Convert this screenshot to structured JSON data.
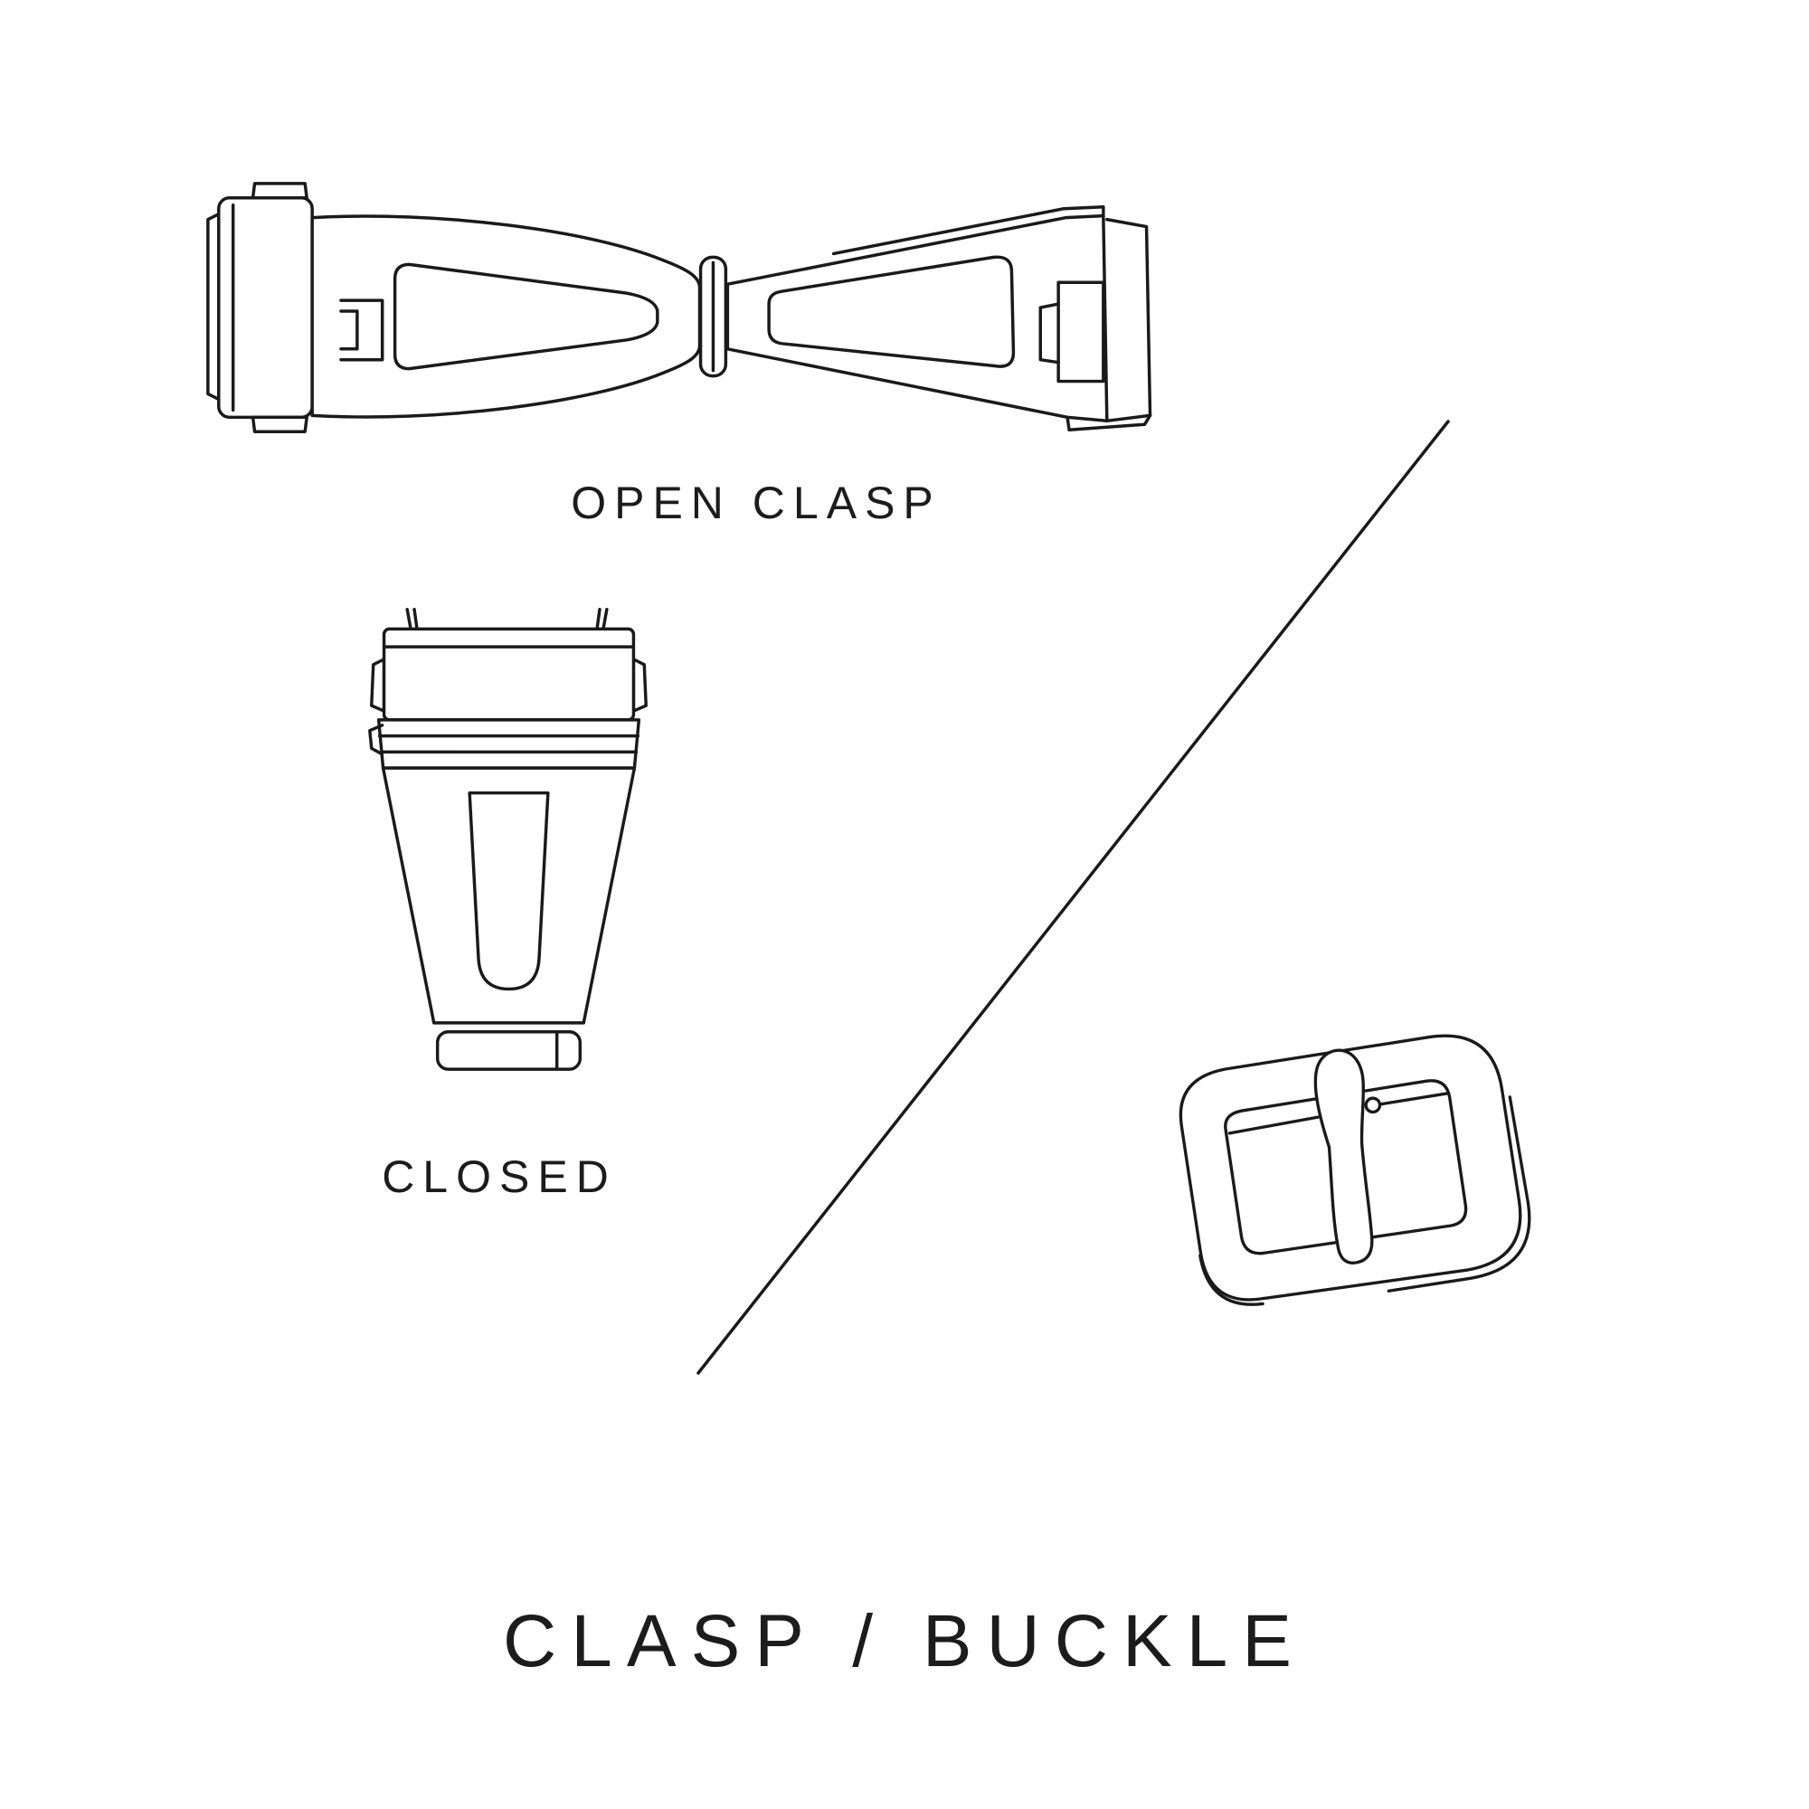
{
  "page": {
    "background": "#ffffff",
    "ink": "#1a1a1a"
  },
  "title": {
    "text": "CLASP / BUCKLE"
  },
  "figures": {
    "open_clasp": {
      "label": "OPEN CLASP",
      "icon": "open-clasp-illustration"
    },
    "closed_clasp": {
      "label": "CLOSED",
      "icon": "closed-clasp-illustration"
    },
    "pin_buckle": {
      "icon": "pin-buckle-illustration"
    },
    "divider": {
      "icon": "diagonal-divider-line"
    }
  }
}
